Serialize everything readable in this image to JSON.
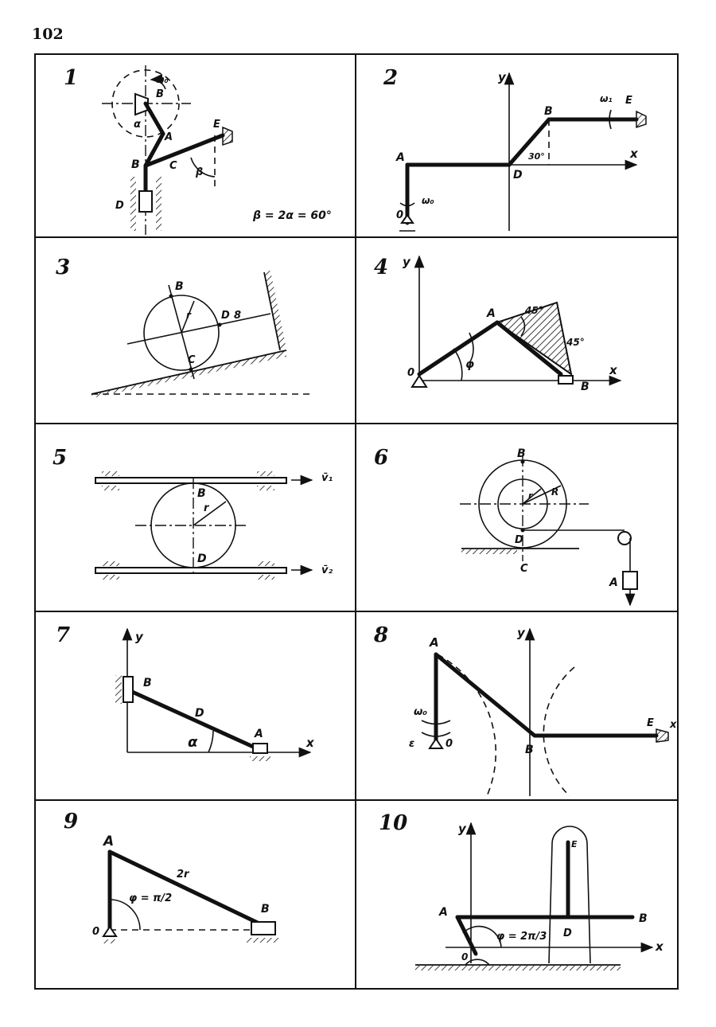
{
  "page": {
    "number": "102"
  },
  "panels": [
    {
      "id": "1",
      "number": "1",
      "labels": [
        "B",
        "A",
        "C",
        "E",
        "D",
        "ω₀",
        "α",
        "β"
      ],
      "formula": "β = 2α = 60°"
    },
    {
      "id": "2",
      "number": "2",
      "labels": [
        "y",
        "x",
        "A",
        "B",
        "D",
        "E",
        "0",
        "ω₁",
        "ω₀",
        "30°"
      ]
    },
    {
      "id": "3",
      "number": "3",
      "labels": [
        "B",
        "D",
        "8",
        "C",
        "r"
      ]
    },
    {
      "id": "4",
      "number": "4",
      "labels": [
        "y",
        "x",
        "A",
        "0",
        "B",
        "φ",
        "45°",
        "45°"
      ]
    },
    {
      "id": "5",
      "number": "5",
      "labels": [
        "B",
        "D",
        "r",
        "v̄₁",
        "v̄₂"
      ]
    },
    {
      "id": "6",
      "number": "6",
      "labels": [
        "B",
        "r",
        "R",
        "D",
        "C",
        "A"
      ]
    },
    {
      "id": "7",
      "number": "7",
      "labels": [
        "y",
        "x",
        "B",
        "D",
        "A",
        "α"
      ]
    },
    {
      "id": "8",
      "number": "8",
      "labels": [
        "A",
        "y",
        "ω₀",
        "ε",
        "0",
        "B",
        "E",
        "x"
      ]
    },
    {
      "id": "9",
      "number": "9",
      "labels": [
        "A",
        "2r",
        "0",
        "B"
      ],
      "formula": "φ = π/2"
    },
    {
      "id": "10",
      "number": "10",
      "labels": [
        "y",
        "x",
        "A",
        "B",
        "D",
        "E",
        "0"
      ],
      "formula": "φ = 2π/3"
    }
  ]
}
